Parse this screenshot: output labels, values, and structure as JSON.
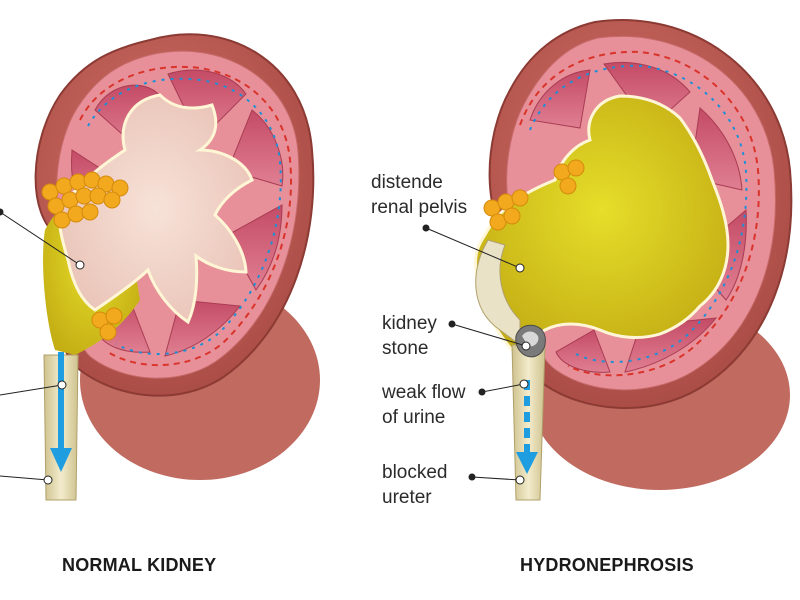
{
  "titles": {
    "left": "NORMAL KIDNEY",
    "right": "HYDRONEPHROSIS"
  },
  "labels": {
    "distended_pelvis_line1": "distende",
    "distended_pelvis_line2": "renal pelvis",
    "kidney_stone_line1": "kidney",
    "kidney_stone_line2": "stone",
    "weak_flow_line1": "weak flow",
    "weak_flow_line2": "of urine",
    "blocked_ureter_line1": "blocked",
    "blocked_ureter_line2": "ureter"
  },
  "colors": {
    "capsule": "#b8564e",
    "cortex": "#e8909a",
    "pyramid": "#c9546c",
    "urine": "#d4c61a",
    "pelvis_normal": "#f0d2c8",
    "fat": "#f0a81c",
    "flow_arrow": "#1e9ee0",
    "vessel_red": "#d9342b",
    "vessel_blue": "#1e8fd6"
  }
}
